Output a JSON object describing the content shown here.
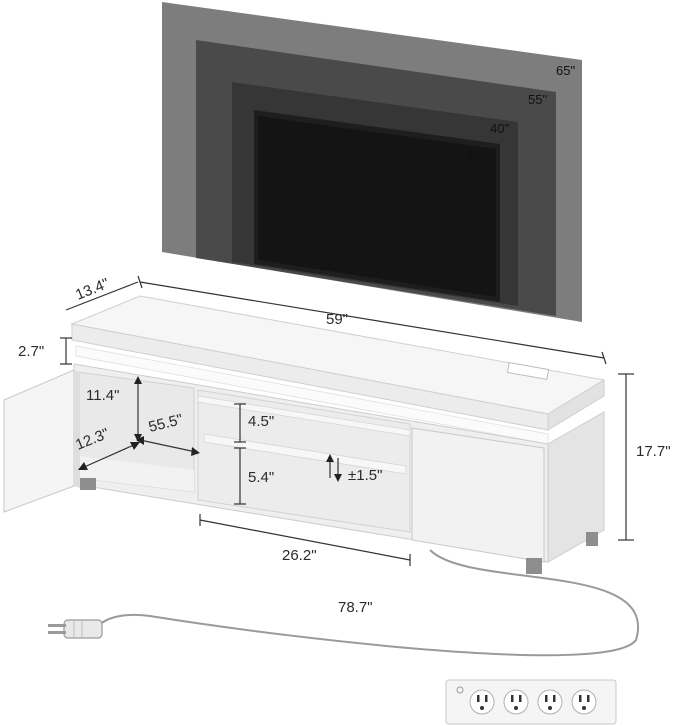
{
  "tv_sizes": [
    {
      "label": "65\"",
      "color": "#7d7d7d"
    },
    {
      "label": "55\"",
      "color": "#4a4a4a"
    },
    {
      "label": "40\"",
      "color": "#363636"
    },
    {
      "label": "32\"",
      "color": "#1e1e1e"
    }
  ],
  "dimensions": {
    "width": "59\"",
    "depth": "13.4\"",
    "height": "17.7\"",
    "top_thickness": "2.7\"",
    "cabinet_height": "11.4\"",
    "cabinet_depth": "12.3\"",
    "cabinet_width": "55.5\"",
    "shelf_upper": "4.5\"",
    "shelf_lower": "5.4\"",
    "shelf_adjust": "±1.5\"",
    "middle_width": "26.2\"",
    "cord_length": "78.7\""
  },
  "outlets": {
    "count": 4
  },
  "colors": {
    "furniture": "#f4f4f4",
    "furniture_edge": "#c9c9c9",
    "shadow": "#dcdcdc",
    "cord": "#9a9a9a"
  }
}
